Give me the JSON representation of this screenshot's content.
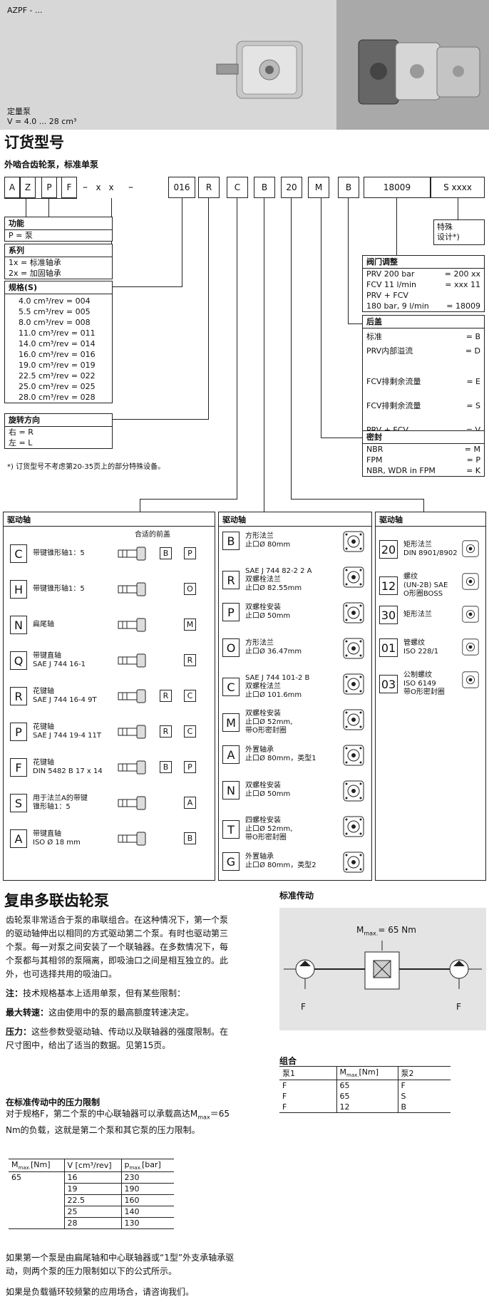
{
  "header": {
    "title": "AZPF - ...",
    "subtitle_1": "定量泵",
    "subtitle_2": "V = 4.0 ... 28 cm³"
  },
  "ordering": {
    "title": "订货型号",
    "subtitle": "外啮合齿轮泵，标准单泵",
    "cells": [
      "A",
      "Z",
      "P",
      "F",
      "–",
      "x",
      "x",
      "–",
      "016",
      "R",
      "C",
      "B",
      "20",
      "M",
      "B",
      "18009",
      "S xxxx"
    ]
  },
  "function_box": {
    "title": "功能",
    "rows": [
      "P = 泵"
    ]
  },
  "series_box": {
    "title": "系列",
    "rows": [
      "1x = 标准轴承",
      "2x = 加固轴承"
    ]
  },
  "size_box": {
    "title": "规格(S)",
    "rows": [
      "4.0 cm³/rev = 004",
      "5.5 cm³/rev = 005",
      "8.0 cm³/rev = 008",
      "11.0 cm³/rev = 011",
      "14.0 cm³/rev = 014",
      "16.0 cm³/rev = 016",
      "19.0 cm³/rev = 019",
      "22.5 cm³/rev = 022",
      "25.0 cm³/rev = 025",
      "28.0 cm³/rev = 028"
    ]
  },
  "rotation_box": {
    "title": "旋转方向",
    "rows": [
      "右 = R",
      "左 = L"
    ]
  },
  "footnote": "*) 订货型号不考虑第20-35页上的部分特殊设备。",
  "special_box": {
    "line1": "特殊",
    "line2": "设计*)"
  },
  "valve_box": {
    "title": "阀门调整",
    "rows": [
      [
        "PRV 200 bar",
        "= 200 xx"
      ],
      [
        "FCV 11 l/min",
        "= xxx 11"
      ],
      [
        "PRV + FCV",
        ""
      ],
      [
        "180 bar, 9 l/min",
        "= 18009"
      ]
    ]
  },
  "cover_box": {
    "title": "后盖",
    "rows": [
      [
        "标准",
        "= B"
      ],
      [
        "PRV内部溢流",
        "= D"
      ],
      [
        "FCV排剩余流量",
        "= E"
      ],
      [
        "FCV排剩余流量",
        "= S"
      ],
      [
        "PRV + FCV",
        "= V"
      ]
    ]
  },
  "seal_box": {
    "title": "密封",
    "rows": [
      [
        "NBR",
        "= M"
      ],
      [
        "FPM",
        "= P"
      ],
      [
        "NBR, WDR in FPM",
        "= K"
      ]
    ]
  },
  "drive_left": {
    "title": "驱动轴",
    "cover_header": "合适的前盖",
    "items": [
      {
        "code": "C",
        "l1": "带键锥形轴1：5",
        "l2": "",
        "c": [
          "B",
          "P"
        ]
      },
      {
        "code": "H",
        "l1": "带键锥形轴1：5",
        "l2": "",
        "c": [
          "",
          "O"
        ]
      },
      {
        "code": "N",
        "l1": "扁尾轴",
        "l2": "",
        "c": [
          "",
          "M"
        ]
      },
      {
        "code": "Q",
        "l1": "带键直轴",
        "l2": "SAE J 744 16-1",
        "c": [
          "",
          "R"
        ]
      },
      {
        "code": "R",
        "l1": "花键轴",
        "l2": "SAE J 744 16-4 9T",
        "c": [
          "R",
          "C"
        ]
      },
      {
        "code": "P",
        "l1": "花键轴",
        "l2": "SAE J 744 19-4 11T",
        "c": [
          "R",
          "C"
        ]
      },
      {
        "code": "F",
        "l1": "花键轴",
        "l2": "DIN 5482 B 17 x 14",
        "c": [
          "B",
          "P"
        ]
      },
      {
        "code": "S",
        "l1": "用于法兰A的带键",
        "l2": "锥形轴1：5",
        "c": [
          "",
          "A"
        ]
      },
      {
        "code": "A",
        "l1": "带键直轴",
        "l2": "ISO Ø 18 mm",
        "c": [
          "",
          "B"
        ]
      }
    ]
  },
  "drive_mid": {
    "title": "驱动轴",
    "items": [
      {
        "code": "B",
        "l1": "方形法兰",
        "l2": "止口Ø 80mm",
        "l3": ""
      },
      {
        "code": "R",
        "l1": "SAE J 744 82-2 2 A",
        "l2": "双螺栓法兰",
        "l3": "止口Ø 82.55mm"
      },
      {
        "code": "P",
        "l1": "双螺栓安装",
        "l2": "止口Ø 50mm",
        "l3": ""
      },
      {
        "code": "O",
        "l1": "方形法兰",
        "l2": "止口Ø 36.47mm",
        "l3": ""
      },
      {
        "code": "C",
        "l1": "SAE J 744 101-2 B",
        "l2": "双螺栓法兰",
        "l3": "止口Ø 101.6mm"
      },
      {
        "code": "M",
        "l1": "双螺栓安装",
        "l2": "止口Ø 52mm,",
        "l3": "带O形密封圈"
      },
      {
        "code": "A",
        "l1": "外置轴承",
        "l2": "止口Ø 80mm，类型1",
        "l3": ""
      },
      {
        "code": "N",
        "l1": "双螺栓安装",
        "l2": "止口Ø 50mm",
        "l3": ""
      },
      {
        "code": "T",
        "l1": "四螺栓安装",
        "l2": "止口Ø 52mm,",
        "l3": "带O形密封圈"
      },
      {
        "code": "G",
        "l1": "外置轴承",
        "l2": "止口Ø 80mm，类型2",
        "l3": ""
      }
    ]
  },
  "drive_right": {
    "title": "驱动轴",
    "items": [
      {
        "code": "20",
        "l1": "矩形法兰",
        "l2": "DIN 8901/8902",
        "l3": ""
      },
      {
        "code": "12",
        "l1": "螺纹",
        "l2": "(UN-2B) SAE",
        "l3": "O形圈BOSS"
      },
      {
        "code": "30",
        "l1": "矩形法兰",
        "l2": "",
        "l3": ""
      },
      {
        "code": "01",
        "l1": "管螺纹",
        "l2": "ISO 228/1",
        "l3": ""
      },
      {
        "code": "03",
        "l1": "公制螺纹",
        "l2": "ISO 6149",
        "l3": "带O形密封圈"
      }
    ]
  },
  "multi": {
    "title": "复串多联齿轮泵",
    "p1": [
      "齿轮泵非常适合于泵的串联组合。在这种情况下，第一个泵",
      "的驱动轴伸出以相同的方式驱动第二个泵。有时也驱动第三",
      "个泵。每一对泵之间安装了一个联轴器。在多数情况下，每",
      "个泵都与其相邻的泵隔离，即吸油口之间是相互独立的。此",
      "外，也可选择共用的吸油口。"
    ],
    "note_label": "注：",
    "note": "技术规格基本上适用单泵，但有某些限制：",
    "speed_label": "最大转速：",
    "speed": "这由使用中的泵的最高额度转速决定。",
    "pressure_label": "压力：",
    "pressure": [
      "这些参数受驱动轴、传动以及联轴器的强度限制。在",
      "尺寸图中，给出了适当的数据。见第15页。"
    ],
    "limit_title": "在标准传动中的压力限制",
    "limit_text": [
      "对于规格F，第二个泵的中心联轴器可以承载高达M",
      "max",
      "＝65",
      "Nm的负载，这就是第二个泵和其它泵的压力限制。"
    ],
    "last1": [
      "如果第一个泵是由扁尾轴和中心联轴器或“1型”外支承轴承驱",
      "动，则两个泵的压力限制如以下的公式所示。"
    ],
    "last2": "如果是负载循环较频繁的应用场合，请咨询我们。"
  },
  "standard_drive": {
    "title": "标准传动",
    "torque": "M",
    "torque_sub": "max.",
    "torque_val": "= 65 Nm",
    "f_left": "F",
    "f_right": "F"
  },
  "combo_table": {
    "title": "组合",
    "headers": [
      "泵1",
      "M",
      "max.",
      "[Nm]",
      "泵2"
    ],
    "rows": [
      [
        "F",
        "65",
        "F"
      ],
      [
        "F",
        "65",
        "S"
      ],
      [
        "F",
        "12",
        "B"
      ]
    ]
  },
  "pressure_table": {
    "h1a": "M",
    "h1b": "max.",
    "h1c": "[Nm]",
    "h2": "V [cm³/rev]",
    "h3a": "p",
    "h3b": "max.",
    "h3c": "[bar]",
    "mmax": "65",
    "rows": [
      [
        "16",
        "230"
      ],
      [
        "19",
        "190"
      ],
      [
        "22.5",
        "160"
      ],
      [
        "25",
        "140"
      ],
      [
        "28",
        "130"
      ]
    ]
  }
}
